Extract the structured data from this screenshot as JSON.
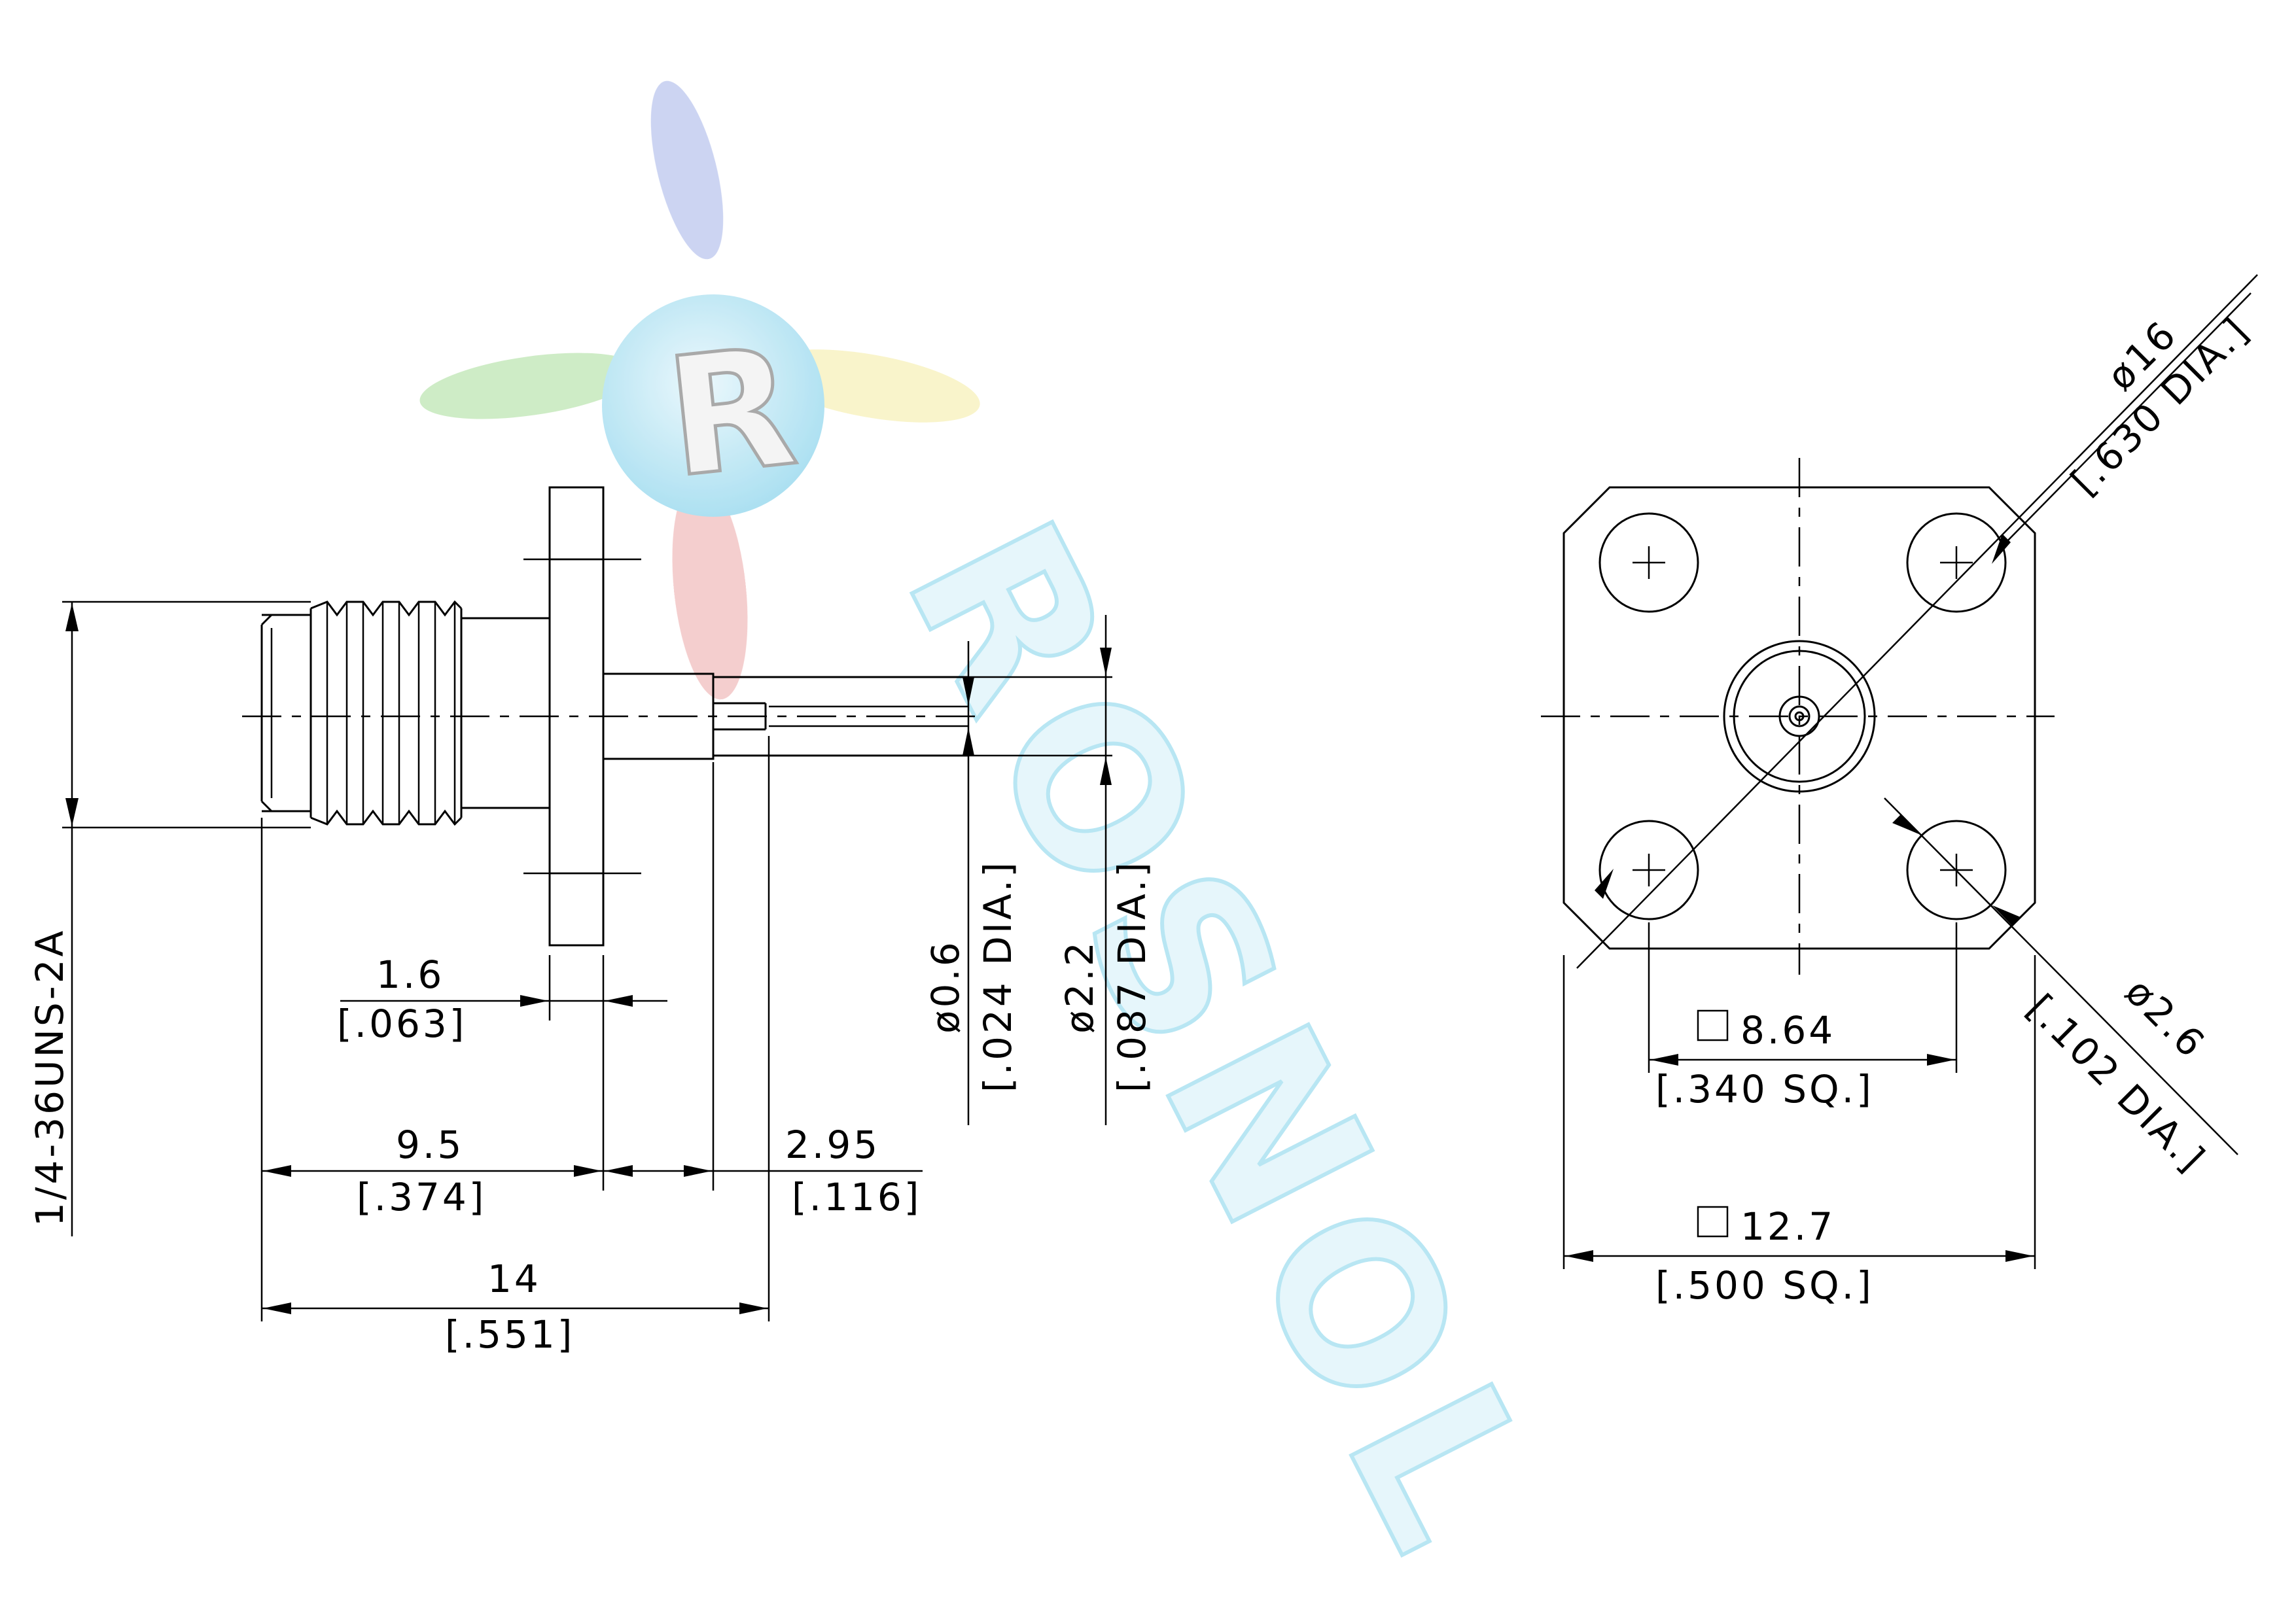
{
  "watermark": {
    "logo_letter": "R",
    "text": "ROSNOL",
    "colors": {
      "blue": "#9fb2e8",
      "green": "#a8dc9a",
      "yellow": "#f6eea0",
      "red": "#eeaaaa",
      "cyan": "#bfe9f5"
    }
  },
  "side_view": {
    "thread_spec": "1/4-36UNS-2A",
    "dim_flange_thickness": {
      "mm": "1.6",
      "in": "[.063]"
    },
    "dim_body_length": {
      "mm": "9.5",
      "in": "[.374]"
    },
    "dim_pin_extension": {
      "mm": "2.95",
      "in": "[.116]"
    },
    "dim_overall_length": {
      "mm": "14",
      "in": "[.551]"
    },
    "dim_pin_dia": {
      "mm": "ø0.6",
      "in": "[.024 DIA.]"
    },
    "dim_insulator_dia": {
      "mm": "ø2.2",
      "in": "[.087 DIA.]"
    }
  },
  "front_view": {
    "dim_bolt_circle": {
      "mm": "ø16",
      "in": "[.630 DIA.]"
    },
    "dim_hole_dia": {
      "mm": "ø2.6",
      "in": "[.102 DIA.]"
    },
    "dim_hole_spacing": {
      "mm": "8.64",
      "in": "[.340 SQ.]"
    },
    "dim_flange_size": {
      "mm": "12.7",
      "in": "[.500 SQ.]"
    }
  }
}
